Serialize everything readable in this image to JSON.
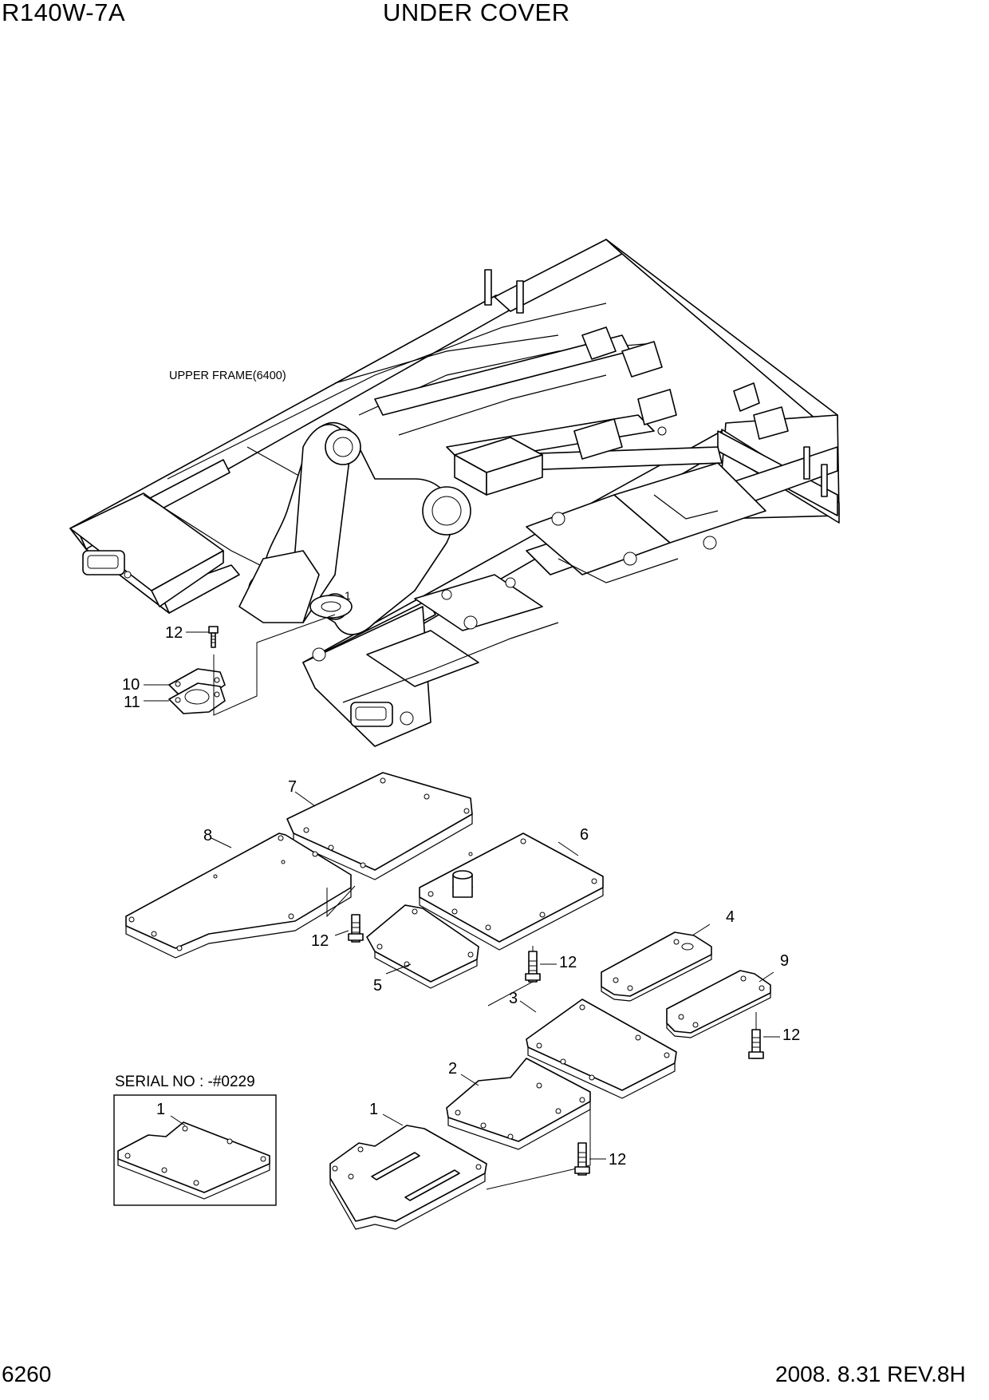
{
  "header": {
    "model": "R140W-7A",
    "title": "UNDER COVER"
  },
  "footer": {
    "page_number": "6260",
    "revision": "2008. 8.31  REV.8H"
  },
  "diagram": {
    "frame_label": "UPPER FRAME(6400)",
    "inset_label": "SERIAL NO : -#0229",
    "inset_callout": "1",
    "callouts": {
      "c12_top": "12",
      "c10": "10",
      "c11": "11",
      "c1_frame": "1",
      "c7": "7",
      "c8": "8",
      "c6": "6",
      "c12_left": "12",
      "c5": "5",
      "c12_mid": "12",
      "c4": "4",
      "c9": "9",
      "c3": "3",
      "c12_right": "12",
      "c2": "2",
      "c1": "1",
      "c12_bottom": "12"
    }
  }
}
